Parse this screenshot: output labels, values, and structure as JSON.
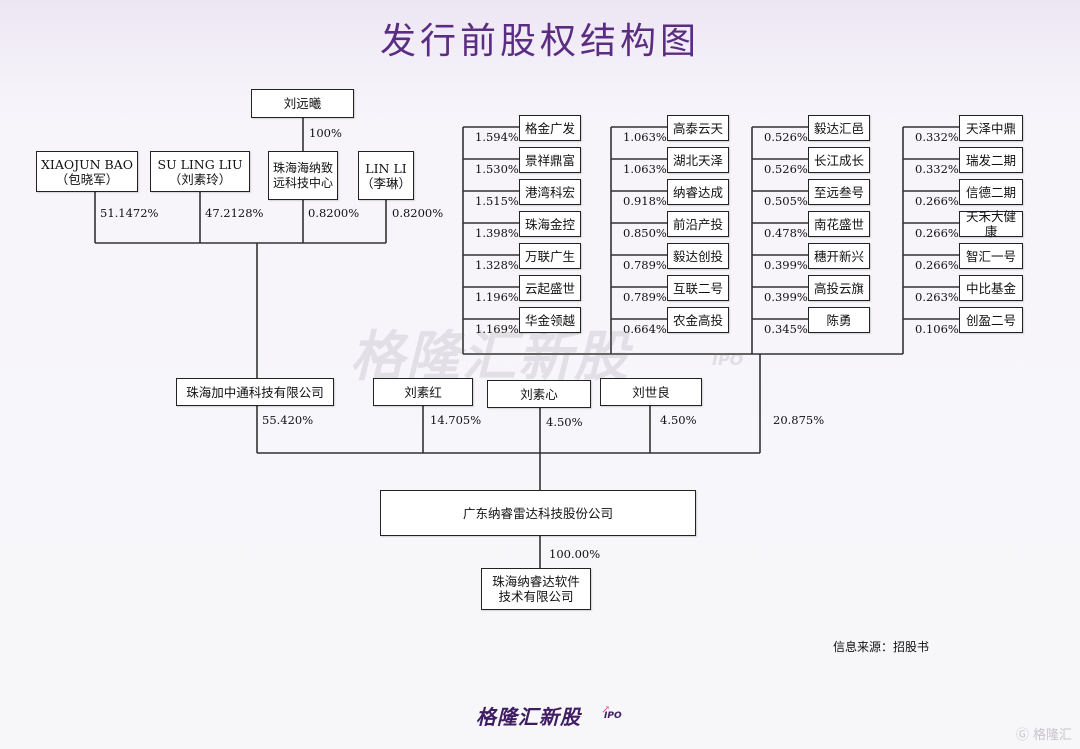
{
  "title": "发行前股权结构图",
  "top_shareholder": {
    "name": "刘远曦",
    "pct": "100%"
  },
  "founders": [
    {
      "name": "XIAOJUN BAO",
      "sub": "（包晓军）",
      "pct": "51.1472%"
    },
    {
      "name": "SU LING LIU",
      "sub": "（刘素玲）",
      "pct": "47.2128%"
    },
    {
      "name": "珠海海纳致远科技中心",
      "sub": "",
      "pct": "0.8200%"
    },
    {
      "name": "LIN LI",
      "sub": "（李琳）",
      "pct": "0.8200%"
    }
  ],
  "investor_columns": [
    [
      {
        "pct": "1.594%",
        "name": "格金广发"
      },
      {
        "pct": "1.530%",
        "name": "景祥鼎富"
      },
      {
        "pct": "1.515%",
        "name": "港湾科宏"
      },
      {
        "pct": "1.398%",
        "name": "珠海金控"
      },
      {
        "pct": "1.328%",
        "name": "万联广生"
      },
      {
        "pct": "1.196%",
        "name": "云起盛世"
      },
      {
        "pct": "1.169%",
        "name": "华金领越"
      }
    ],
    [
      {
        "pct": "1.063%",
        "name": "高泰云天"
      },
      {
        "pct": "1.063%",
        "name": "湖北天泽"
      },
      {
        "pct": "0.918%",
        "name": "纳睿达成"
      },
      {
        "pct": "0.850%",
        "name": "前沿产投"
      },
      {
        "pct": "0.789%",
        "name": "毅达创投"
      },
      {
        "pct": "0.789%",
        "name": "互联二号"
      },
      {
        "pct": "0.664%",
        "name": "农金高投"
      }
    ],
    [
      {
        "pct": "0.526%",
        "name": "毅达汇邑"
      },
      {
        "pct": "0.526%",
        "name": "长江成长"
      },
      {
        "pct": "0.505%",
        "name": "至远叁号"
      },
      {
        "pct": "0.478%",
        "name": "南花盛世"
      },
      {
        "pct": "0.399%",
        "name": "穗开新兴"
      },
      {
        "pct": "0.399%",
        "name": "高投云旗"
      },
      {
        "pct": "0.345%",
        "name": "陈勇"
      }
    ],
    [
      {
        "pct": "0.332%",
        "name": "天泽中鼎"
      },
      {
        "pct": "0.332%",
        "name": "瑞发二期"
      },
      {
        "pct": "0.266%",
        "name": "信德二期"
      },
      {
        "pct": "0.266%",
        "name": "天禾大健康"
      },
      {
        "pct": "0.266%",
        "name": "智汇一号"
      },
      {
        "pct": "0.263%",
        "name": "中比基金"
      },
      {
        "pct": "0.106%",
        "name": "创盈二号"
      }
    ]
  ],
  "holding_company": {
    "name": "珠海加中通科技有限公司",
    "pct": "55.420%"
  },
  "individuals": [
    {
      "name": "刘素红",
      "pct": "14.705%"
    },
    {
      "name": "刘素心",
      "pct": "4.50%"
    },
    {
      "name": "刘世良",
      "pct": "4.50%"
    }
  ],
  "others_pct": "20.875%",
  "company": {
    "name": "广东纳睿雷达科技股份公司"
  },
  "subsidiary": {
    "name": "珠海纳睿达软件技术有限公司",
    "pct": "100.00%"
  },
  "source": "信息来源：招股书",
  "watermark": "格隆汇新股",
  "watermark_sub": "IPO",
  "corner_logo": "格隆汇"
}
